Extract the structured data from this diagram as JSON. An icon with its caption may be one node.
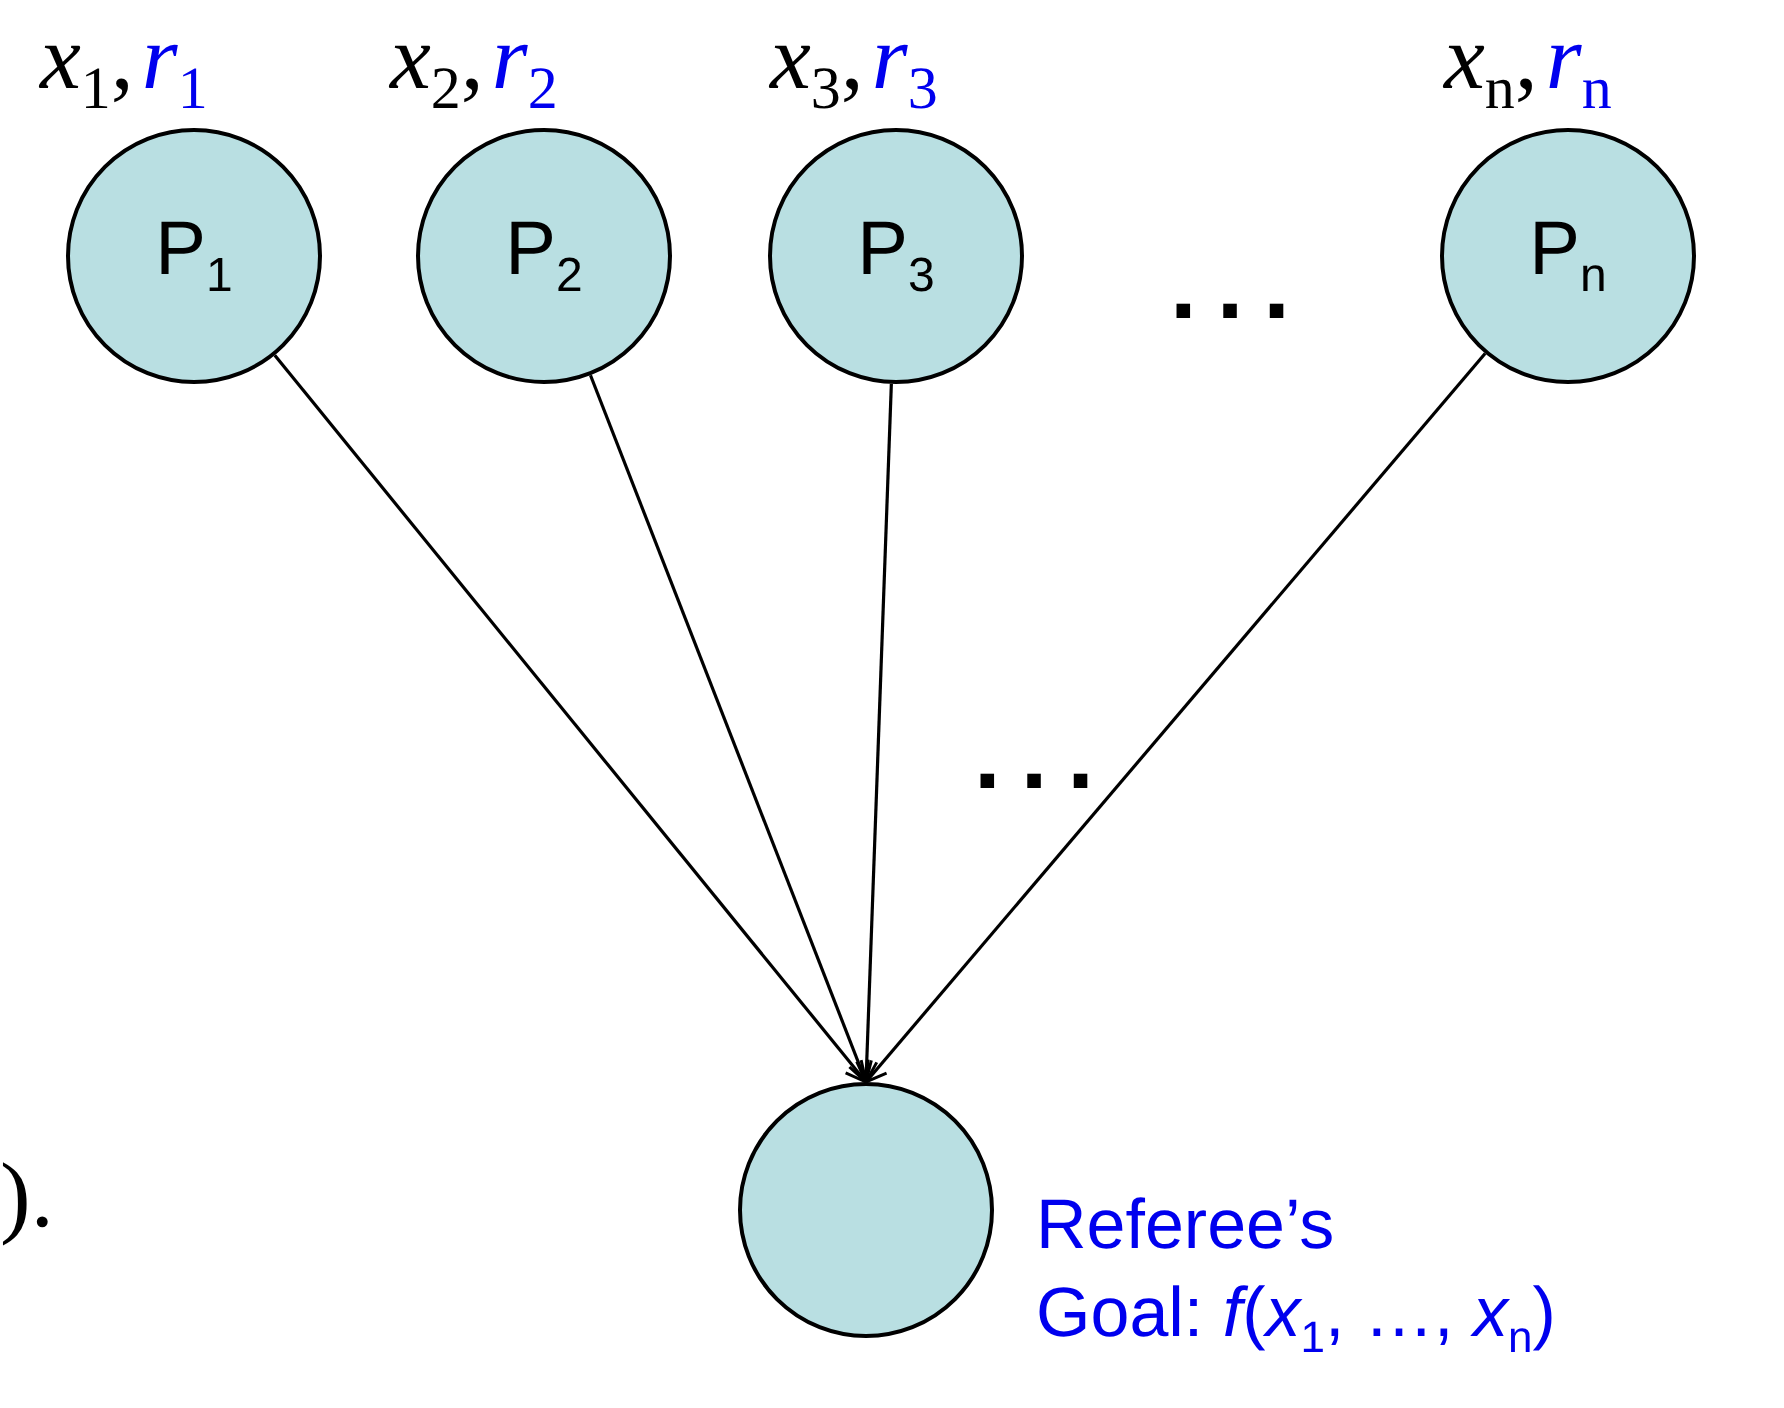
{
  "diagram": {
    "nodes": [
      {
        "text": [
          "P$_{1}$"
        ],
        "beside": [
          "*x*$_{1}$,",
          "*r*$_{1}$"
        ]
      },
      {
        "text": [
          "P$_{2}$"
        ],
        "beside": [
          "*x*$_{2}$,",
          "*r*$_{2}$"
        ]
      },
      {
        "text": [
          "P$_{3}$"
        ],
        "beside": [
          "*x*$_{3}$,",
          "*r*$_{3}$"
        ]
      },
      {
        "text": [
          "P$_{n}$"
        ],
        "beside": [
          "*x*$_{n}$,",
          "*r*$_{n}$"
        ]
      },
      {
        "text": [],
        "shape": "circle",
        "beside": [
          "Referee’s",
          "Goal: *f*(*x*$_{1}$, …, *x*$_{n}$)"
        ]
      }
    ],
    "edges": [
      {
        "from": 0,
        "to": 4,
        "arrow": "to"
      },
      {
        "from": 1,
        "to": 4,
        "arrow": "to"
      },
      {
        "from": 2,
        "to": 4,
        "arrow": "to"
      },
      {
        "from": 3,
        "to": 4,
        "arrow": "to"
      }
    ],
    "labels": [
      "...",
      "...",
      ")."
    ]
  }
}
